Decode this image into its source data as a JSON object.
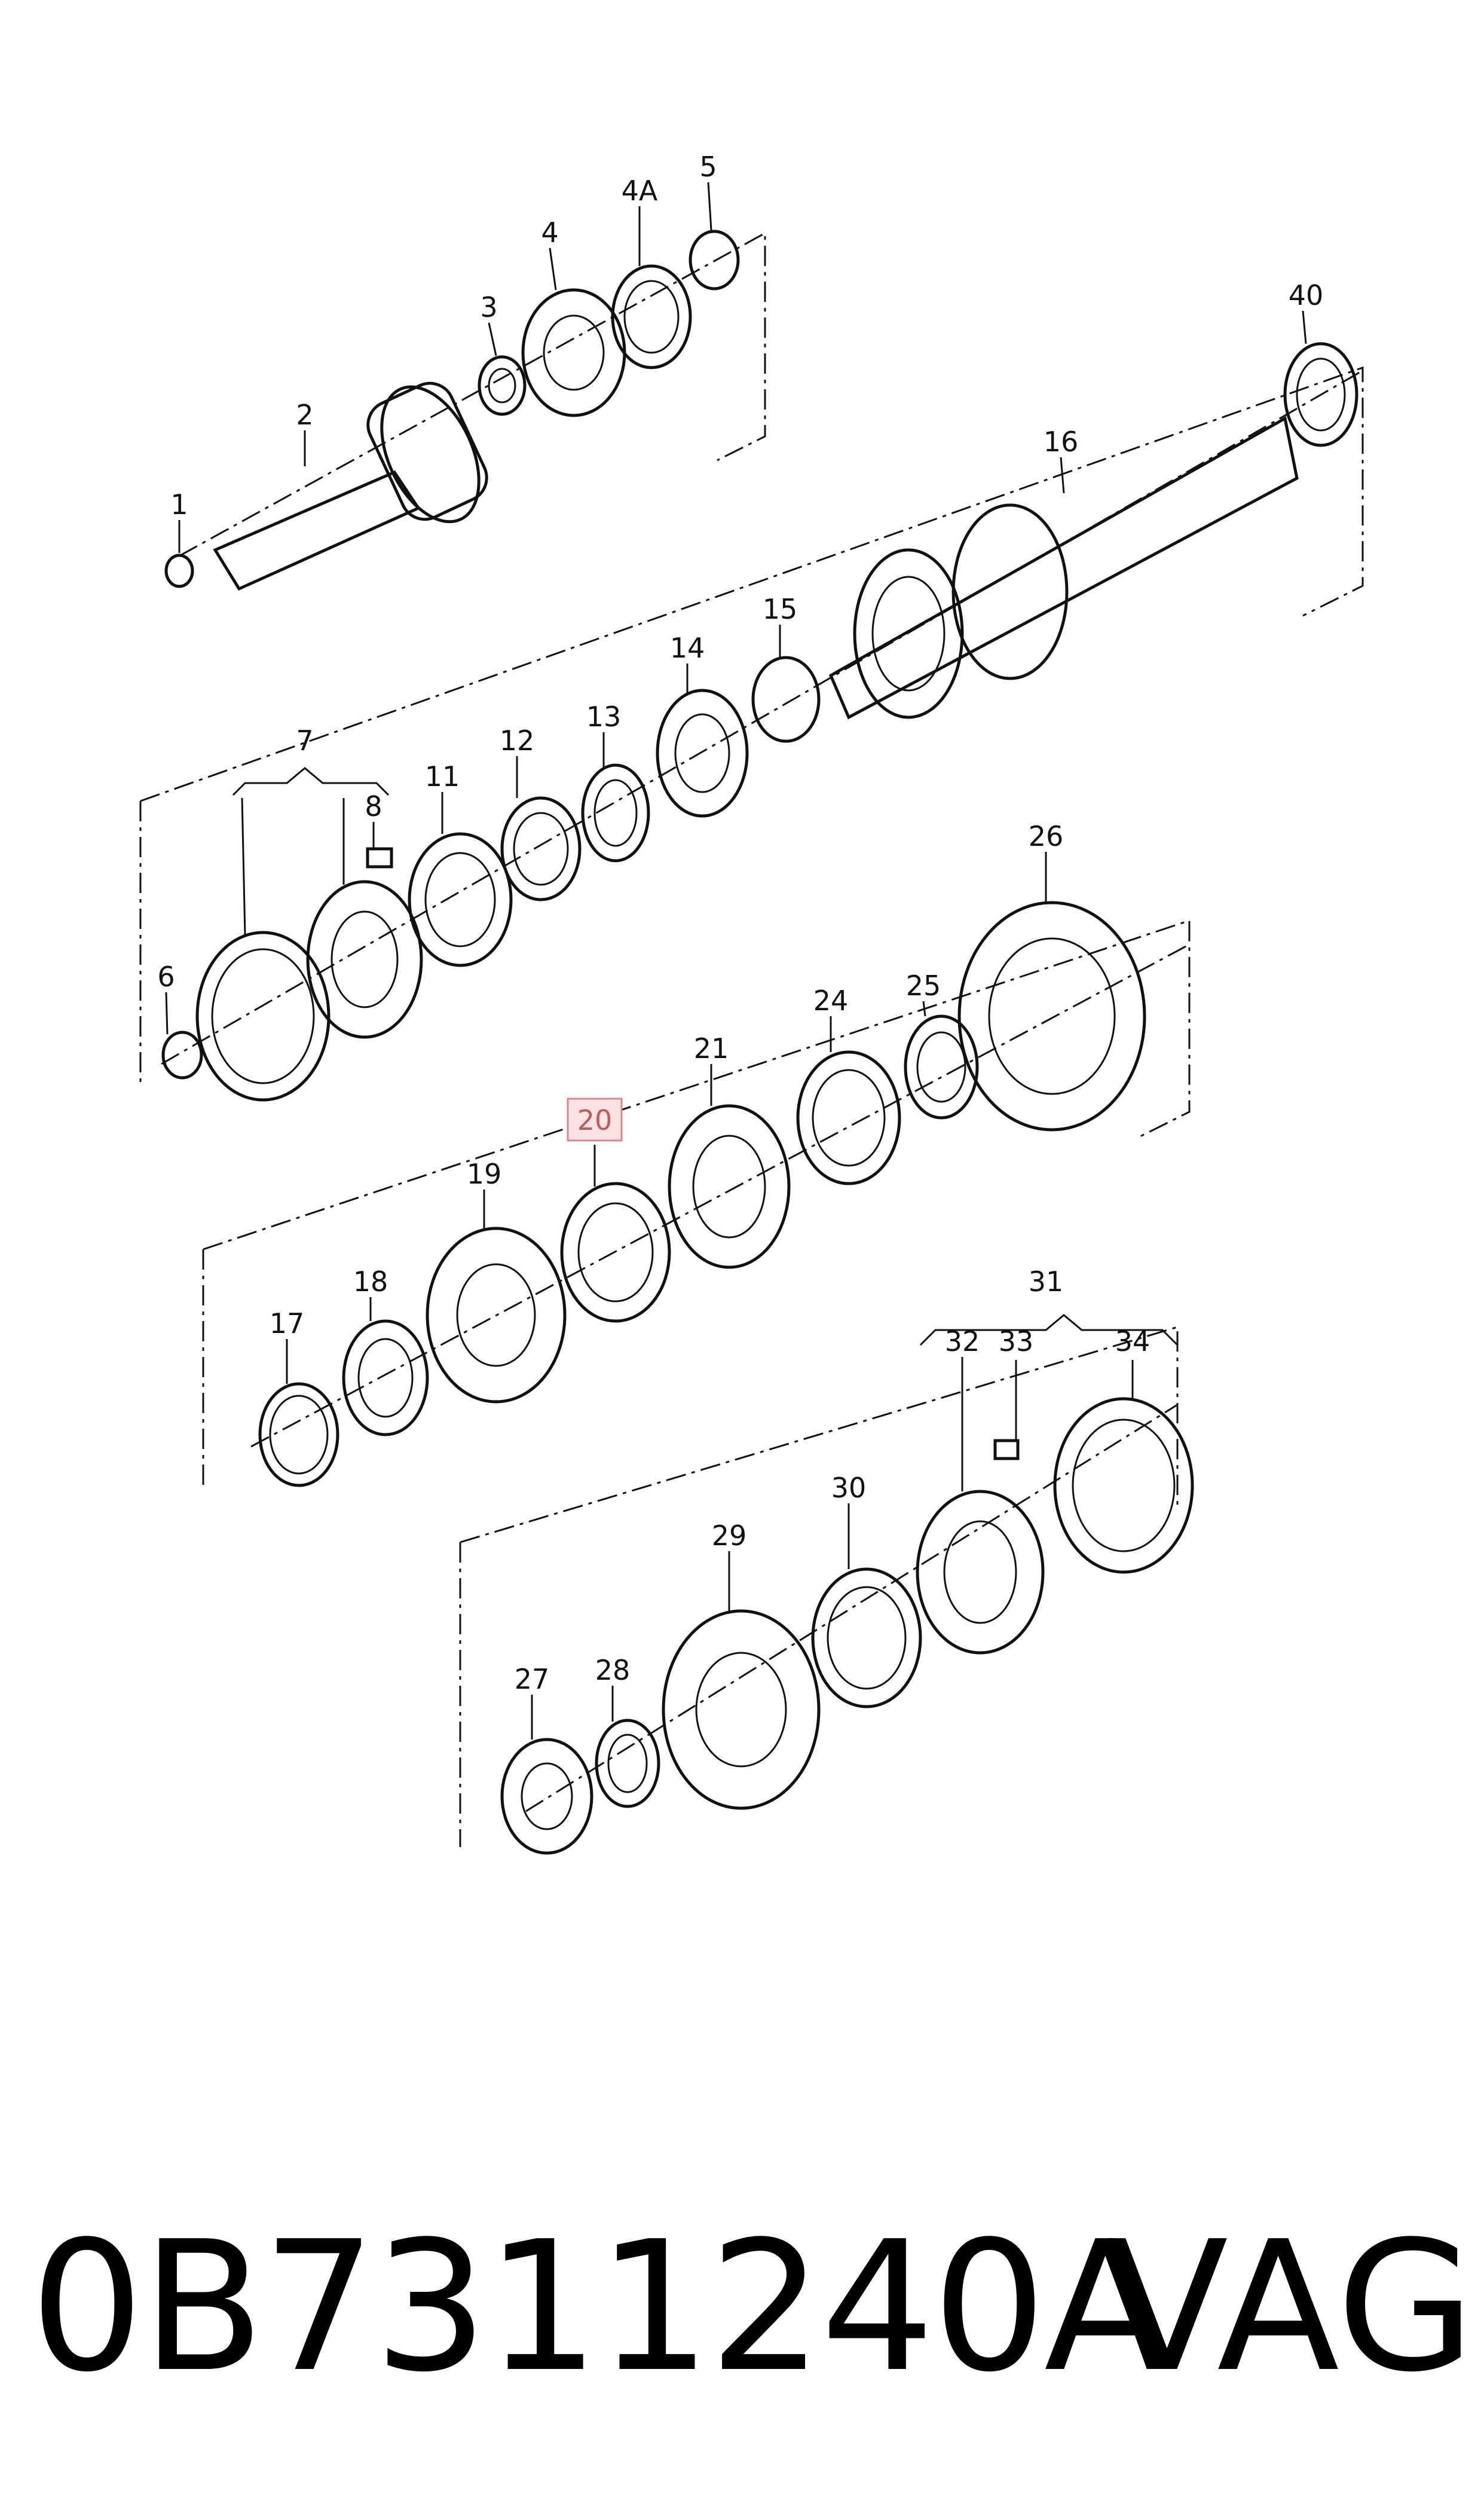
{
  "diagram": {
    "callouts": [
      "1",
      "2",
      "3",
      "4",
      "4A",
      "5",
      "6",
      "7",
      "8",
      "11",
      "12",
      "13",
      "14",
      "15",
      "16",
      "17",
      "18",
      "19",
      "20",
      "21",
      "24",
      "25",
      "26",
      "27",
      "28",
      "29",
      "30",
      "31",
      "32",
      "33",
      "34",
      "40"
    ],
    "highlighted_callout": "20",
    "highlight_color": "#d88888"
  },
  "footer": {
    "part_number": "0B7311240A",
    "brand": "VAG"
  }
}
